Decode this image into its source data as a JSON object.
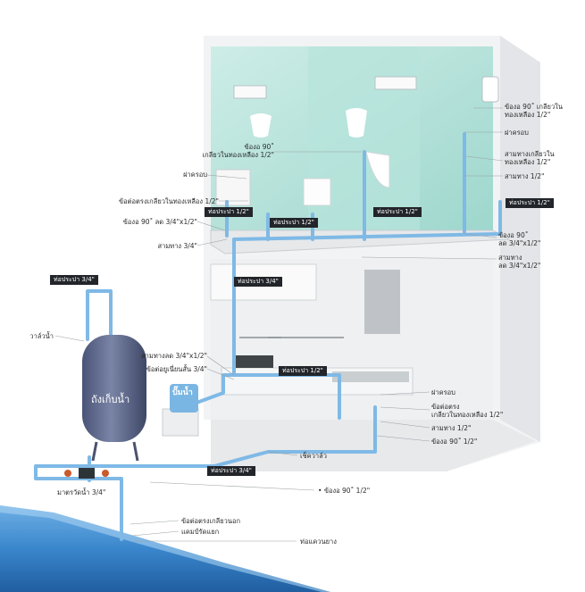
{
  "labels": {
    "elbow_90_tap_top": "ข้องอ 90˚ เกลียวใน",
    "elbow_90_tap_bottom": "ทองเหลือง 1/2\"",
    "stop_valve_top": "ฝาครอบ",
    "tee_tap_top": "สามทางเกลียวใน",
    "tee_tap_bottom": "ทองเหลือง 1/2\"",
    "tee_half_top": "สามทาง 1/2\"",
    "elbow_90_mid_top": "ข้องอ 90˚",
    "elbow_90_mid_bottom": "เกลียวในทองเหลือง 1/2\"",
    "cap_left": "ฝาครอบ",
    "coupling_left": "ข้อต่อตรงเกลียวในทองเหลือง 1/2\"",
    "elbow_red_left": "ข้องอ 90˚ ลด 3/4\"x1/2\"",
    "tee_three_quarter": "สามทาง 3/4\"",
    "elbow_red_right_top": "ข้องอ 90˚",
    "elbow_red_right_bottom": "ลด 3/4\"x1/2\"",
    "tee_red_right_top": "สามทาง",
    "tee_red_right_bottom": "ลด 3/4\"x1/2\"",
    "valve": "วาล์วน้ำ",
    "tee_red_mid": "สามทางลด 3/4\"x1/2\"",
    "union": "ข้อต่อยูเนี่ยนสั้น 3/4\"",
    "cap_right": "ฝาครอบ",
    "coupling_right_top": "ข้อต่อตรง",
    "coupling_right_bottom": "เกลียวในทองเหลือง 1/2\"",
    "tee_half_right": "สามทาง 1/2\"",
    "elbow_half_right": "ข้องอ 90˚ 1/2\"",
    "check_valve": "เช็ควาล์ว",
    "meter": "มาตรวัดน้ำ 3/4\"",
    "elbow_bottom": "ข้องอ 90˚ 1/2\"",
    "coupling_outer": "ข้อต่อตรงเกลียวนอก",
    "saddle": "แคมป์รัดแยก",
    "main_pipe": "ท่อแควนยาง"
  },
  "tags": {
    "pipe_half_1": "ท่อประปา 1/2\"",
    "pipe_half_2": "ท่อประปา 1/2\"",
    "pipe_half_3": "ท่อประปา 1/2\"",
    "pipe_half_4": "ท่อประปา 1/2\"",
    "pipe_three_quarter_top": "ท่อประปา 3/4\"",
    "pipe_three_quarter_mid": "ท่อประปา 3/4\"",
    "pipe_half_5": "ท่อประปา 1/2\"",
    "pipe_three_quarter_bottom": "ท่อประปา 3/4\""
  },
  "equipment": {
    "tank": "ถังเก็บน้ำ",
    "pump": "ปั๊มน้ำ"
  },
  "colors": {
    "pipe": "#7fb9e6",
    "tank": "#5f6a8c",
    "wall_tile": "#9fd9cf",
    "main_pipe": "#3f86c9",
    "tag_bg": "#22252a"
  }
}
